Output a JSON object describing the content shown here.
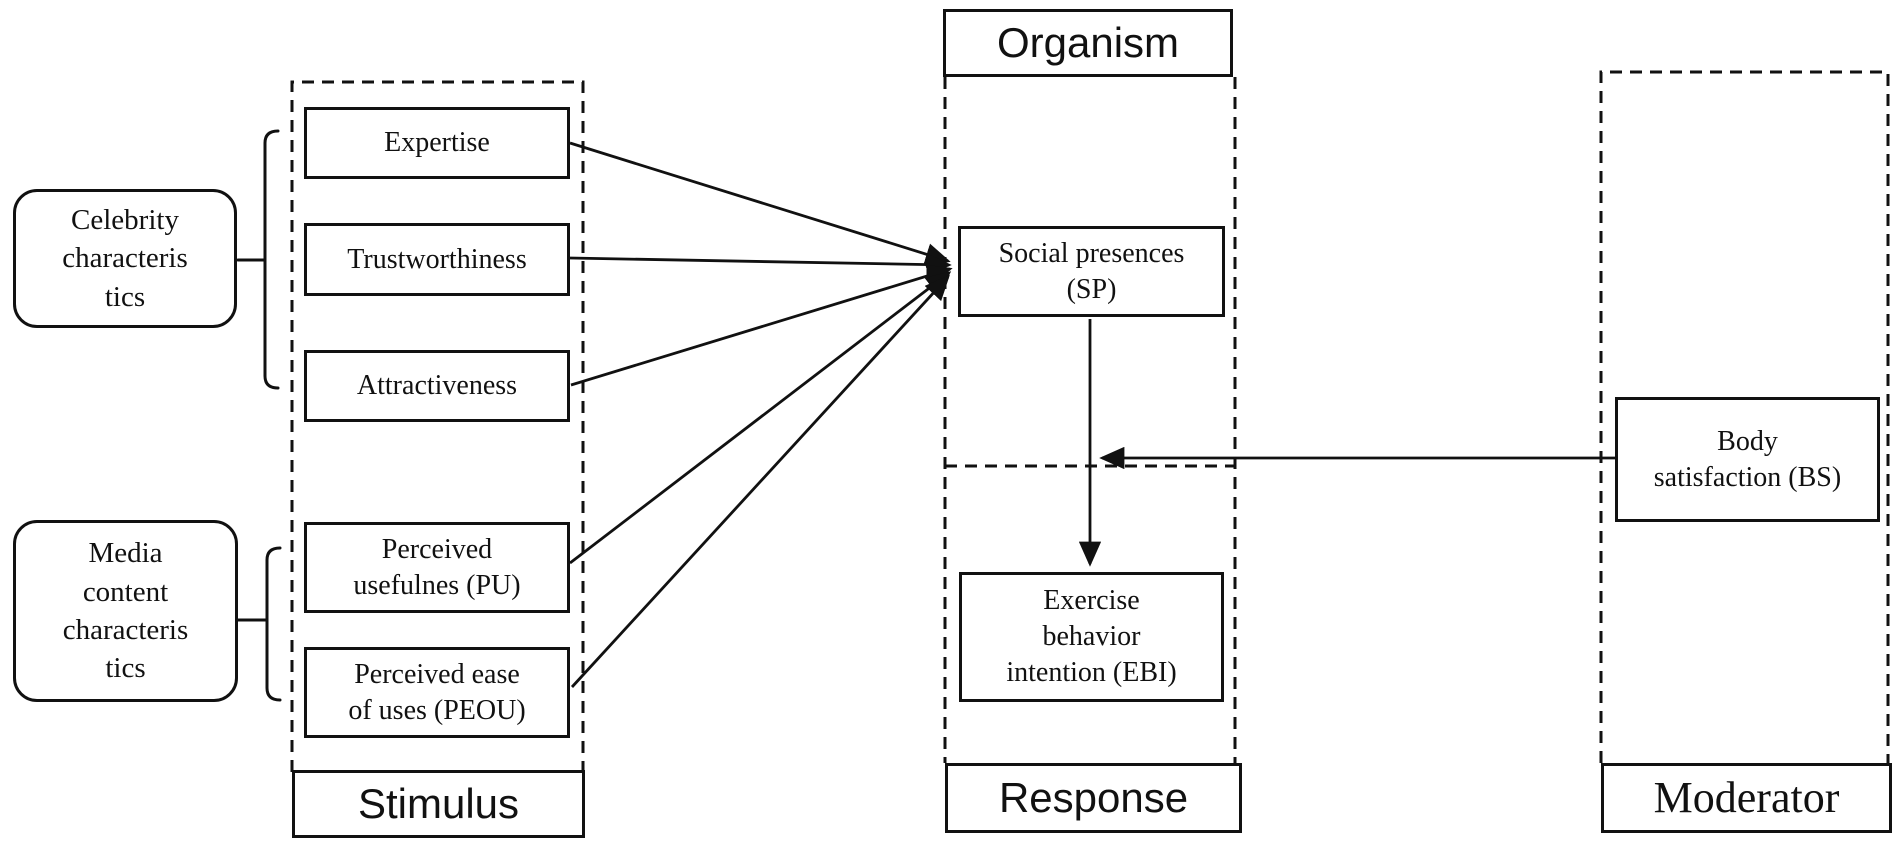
{
  "groups": {
    "celebrity": {
      "label": "Celebrity\ncharacteris\ntics"
    },
    "media": {
      "label": "Media\ncontent\ncharacteris\ntics"
    }
  },
  "columns": {
    "stimulus": {
      "header": "Stimulus",
      "items": [
        {
          "label": "Expertise"
        },
        {
          "label": "Trustworthiness"
        },
        {
          "label": "Attractiveness"
        },
        {
          "label": "Perceived\nusefulnes (PU)"
        },
        {
          "label": "Perceived ease\nof uses (PEOU)"
        }
      ]
    },
    "organism": {
      "header": "Organism",
      "node": {
        "label": "Social presences\n(SP)"
      }
    },
    "response": {
      "header": "Response",
      "node": {
        "label": "Exercise\nbehavior\nintention (EBI)"
      }
    },
    "moderator": {
      "header": "Moderator",
      "node": {
        "label": "Body\nsatisfaction (BS)"
      }
    }
  },
  "colors": {
    "line": "#111111",
    "background": "#ffffff"
  }
}
